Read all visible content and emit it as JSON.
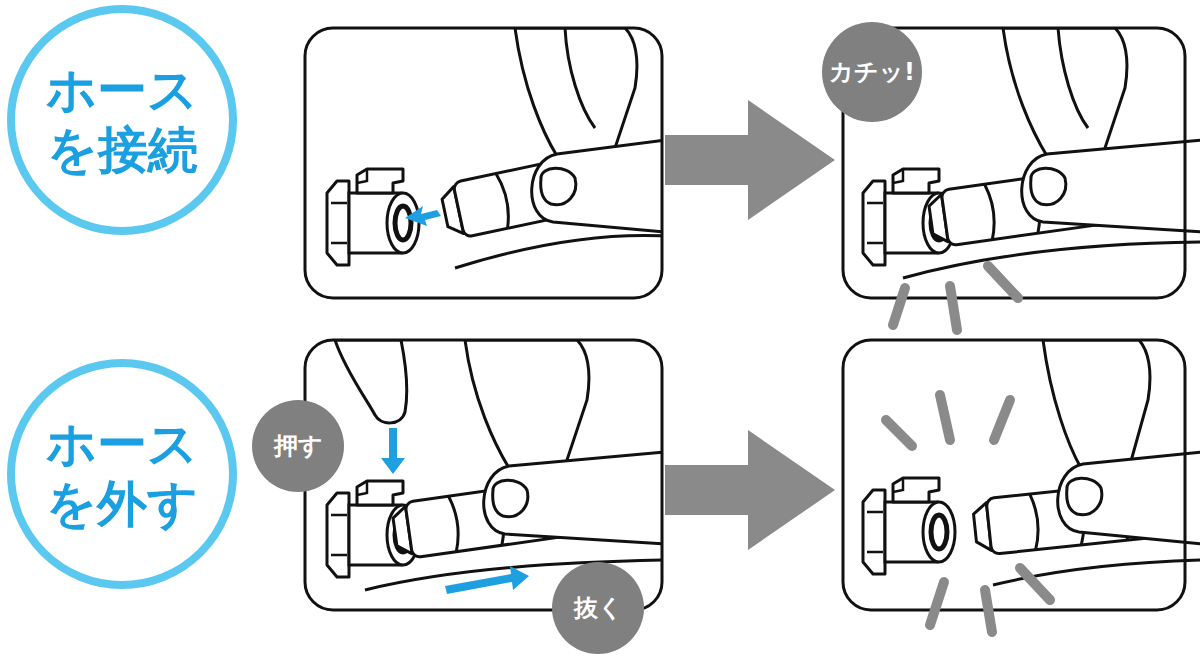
{
  "diagram": {
    "nodes": [
      {
        "text": [
          "ホース を接続"
        ]
      },
      {
        "text": [
          "カチッ!"
        ]
      },
      {
        "text": [
          "ホース を外す"
        ]
      },
      {
        "text": [
          "押す"
        ]
      },
      {
        "text": [
          "抜く"
        ]
      }
    ]
  }
}
